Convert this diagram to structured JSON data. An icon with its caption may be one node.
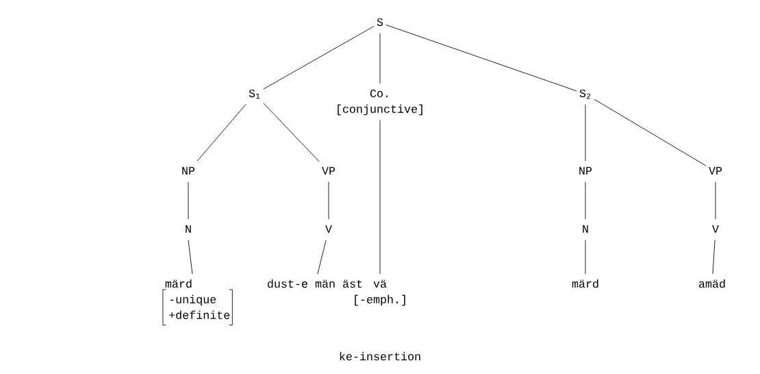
{
  "diagram": {
    "caption": "ke-insertion",
    "nodes": [
      {
        "text": [
          "S"
        ]
      },
      {
        "text": [
          "S$_{1}$"
        ]
      },
      {
        "text": [
          "Co.",
          "[conjunctive]"
        ]
      },
      {
        "text": [
          "S$_{2}$"
        ]
      },
      {
        "text": [
          "NP"
        ]
      },
      {
        "text": [
          "VP"
        ]
      },
      {
        "text": [
          "N"
        ]
      },
      {
        "text": [
          "V"
        ]
      },
      {
        "text": [
          "märd",
          "-unique",
          "+definite"
        ]
      },
      {
        "text": [
          "dust-e män äst"
        ]
      },
      {
        "text": [
          "vä",
          "[-emph.]"
        ]
      },
      {
        "text": [
          "NP"
        ]
      },
      {
        "text": [
          "VP"
        ]
      },
      {
        "text": [
          "N"
        ]
      },
      {
        "text": [
          "V"
        ]
      },
      {
        "text": [
          "märd"
        ]
      },
      {
        "text": [
          "amäd"
        ]
      }
    ],
    "edges": [
      {
        "from": 0,
        "to": 1,
        "arrow": "none"
      },
      {
        "from": 0,
        "to": 2,
        "arrow": "none"
      },
      {
        "from": 0,
        "to": 3,
        "arrow": "none"
      },
      {
        "from": 1,
        "to": 4,
        "arrow": "none"
      },
      {
        "from": 1,
        "to": 5,
        "arrow": "none"
      },
      {
        "from": 4,
        "to": 6,
        "arrow": "none"
      },
      {
        "from": 5,
        "to": 7,
        "arrow": "none"
      },
      {
        "from": 6,
        "to": 8,
        "arrow": "none"
      },
      {
        "from": 7,
        "to": 9,
        "arrow": "none"
      },
      {
        "from": 2,
        "to": 10,
        "arrow": "none"
      },
      {
        "from": 3,
        "to": 11,
        "arrow": "none"
      },
      {
        "from": 3,
        "to": 12,
        "arrow": "none"
      },
      {
        "from": 11,
        "to": 13,
        "arrow": "none"
      },
      {
        "from": 12,
        "to": 14,
        "arrow": "none"
      },
      {
        "from": 13,
        "to": 15,
        "arrow": "none"
      },
      {
        "from": 14,
        "to": 16,
        "arrow": "none"
      }
    ]
  }
}
